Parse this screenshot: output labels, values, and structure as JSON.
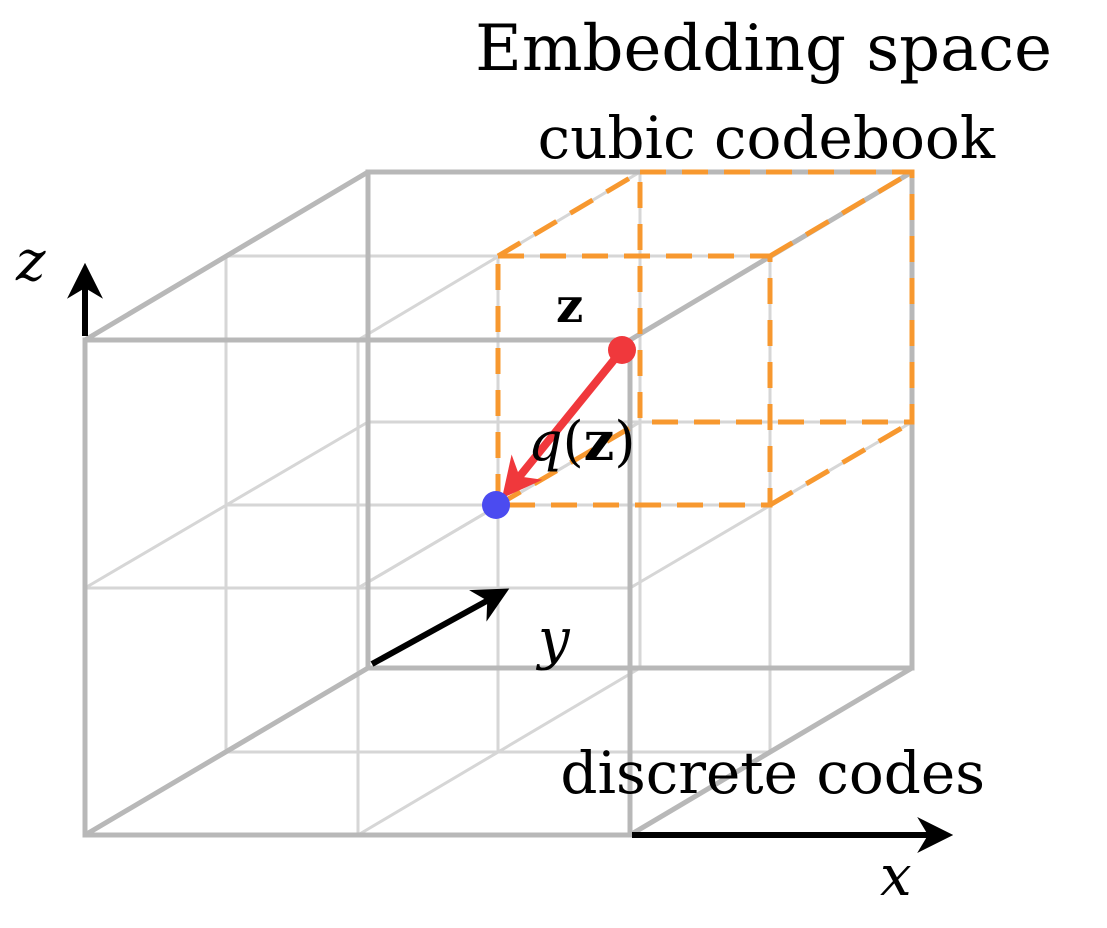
{
  "title": "Embedding space",
  "subtitle": "cubic codebook",
  "codes_label": "discrete codes",
  "axes": {
    "x": "x",
    "y": "y",
    "z": "z"
  },
  "vector_label": "z",
  "quantized_label_prefix": "q",
  "quantized_label_arg": "z",
  "colors": {
    "grid_outer": "#b8b8b8",
    "grid_inner": "#d6d6d6",
    "codebook": "#f7982f",
    "vector_point": "#f0383c",
    "code_point": "#4b4bf0",
    "axis": "#000000"
  }
}
